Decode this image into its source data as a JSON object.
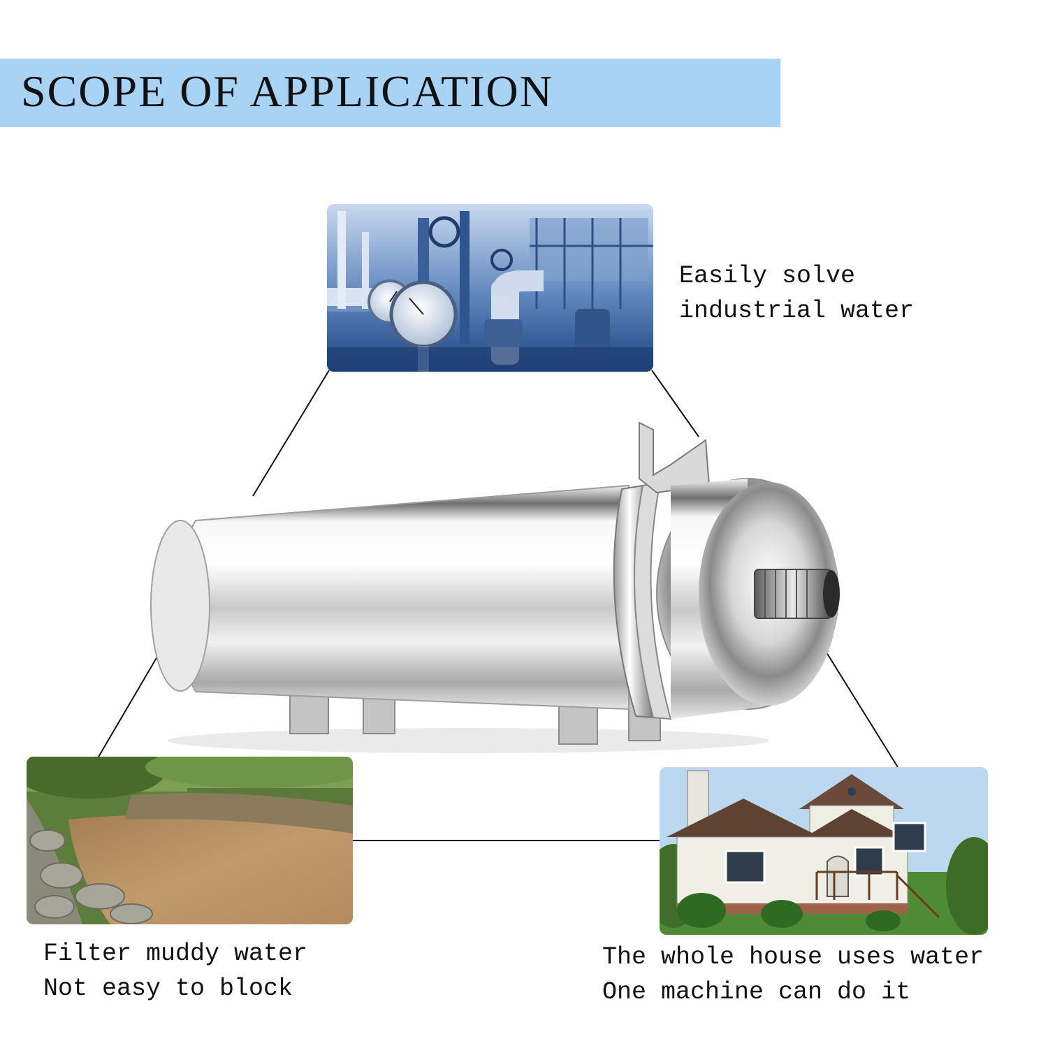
{
  "header": {
    "title": "SCOPE OF APPLICATION"
  },
  "applications": [
    {
      "line1": "Easily solve",
      "line2": "industrial water"
    },
    {
      "line1": "Filter muddy water",
      "line2": "Not easy to block"
    },
    {
      "line1": "The whole house uses water",
      "line2": "One machine can do it"
    }
  ],
  "colors": {
    "banner": "#a9d3f5",
    "connector_lines": "#111111"
  }
}
